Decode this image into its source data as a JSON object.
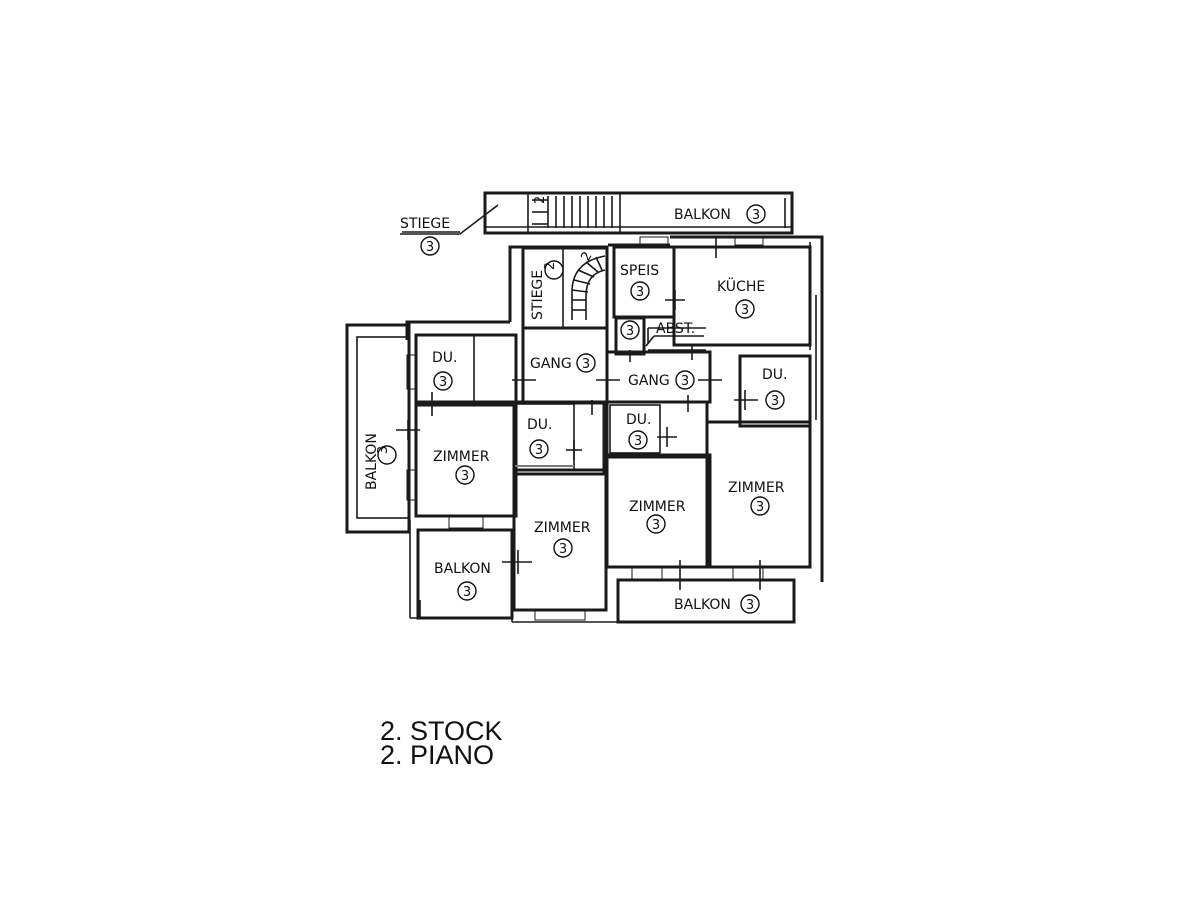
{
  "caption": {
    "line1": "2. STOCK",
    "line2": "2. PIANO"
  },
  "rooms": {
    "stiege_outer": {
      "label": "STIEGE",
      "number": "3"
    },
    "stiege_inner": {
      "label": "STIEGE",
      "number": "2"
    },
    "balkon_top": {
      "label": "BALKON",
      "number": "3"
    },
    "speis": {
      "label": "SPEIS",
      "number": "3"
    },
    "kueche": {
      "label": "KÜCHE",
      "number": "3"
    },
    "abst": {
      "label": "ABST.",
      "number": "3"
    },
    "gang_left": {
      "label": "GANG",
      "number": "3"
    },
    "gang_right": {
      "label": "GANG",
      "number": "3"
    },
    "du_left": {
      "label": "DU.",
      "number": "3"
    },
    "du_mid": {
      "label": "DU.",
      "number": "3"
    },
    "du_center": {
      "label": "DU.",
      "number": "3"
    },
    "du_right": {
      "label": "DU.",
      "number": "3"
    },
    "balkon_left": {
      "label": "BALKON",
      "number": "3"
    },
    "zimmer_left": {
      "label": "ZIMMER",
      "number": "3"
    },
    "zimmer_mid": {
      "label": "ZIMMER",
      "number": "3"
    },
    "zimmer_center": {
      "label": "ZIMMER",
      "number": "3"
    },
    "zimmer_right": {
      "label": "ZIMMER",
      "number": "3"
    },
    "balkon_bottom_left": {
      "label": "BALKON",
      "number": "3"
    },
    "balkon_bottom_right": {
      "label": "BALKON",
      "number": "3"
    }
  },
  "stair_numbers": {
    "outer": "2",
    "inner": "2"
  }
}
